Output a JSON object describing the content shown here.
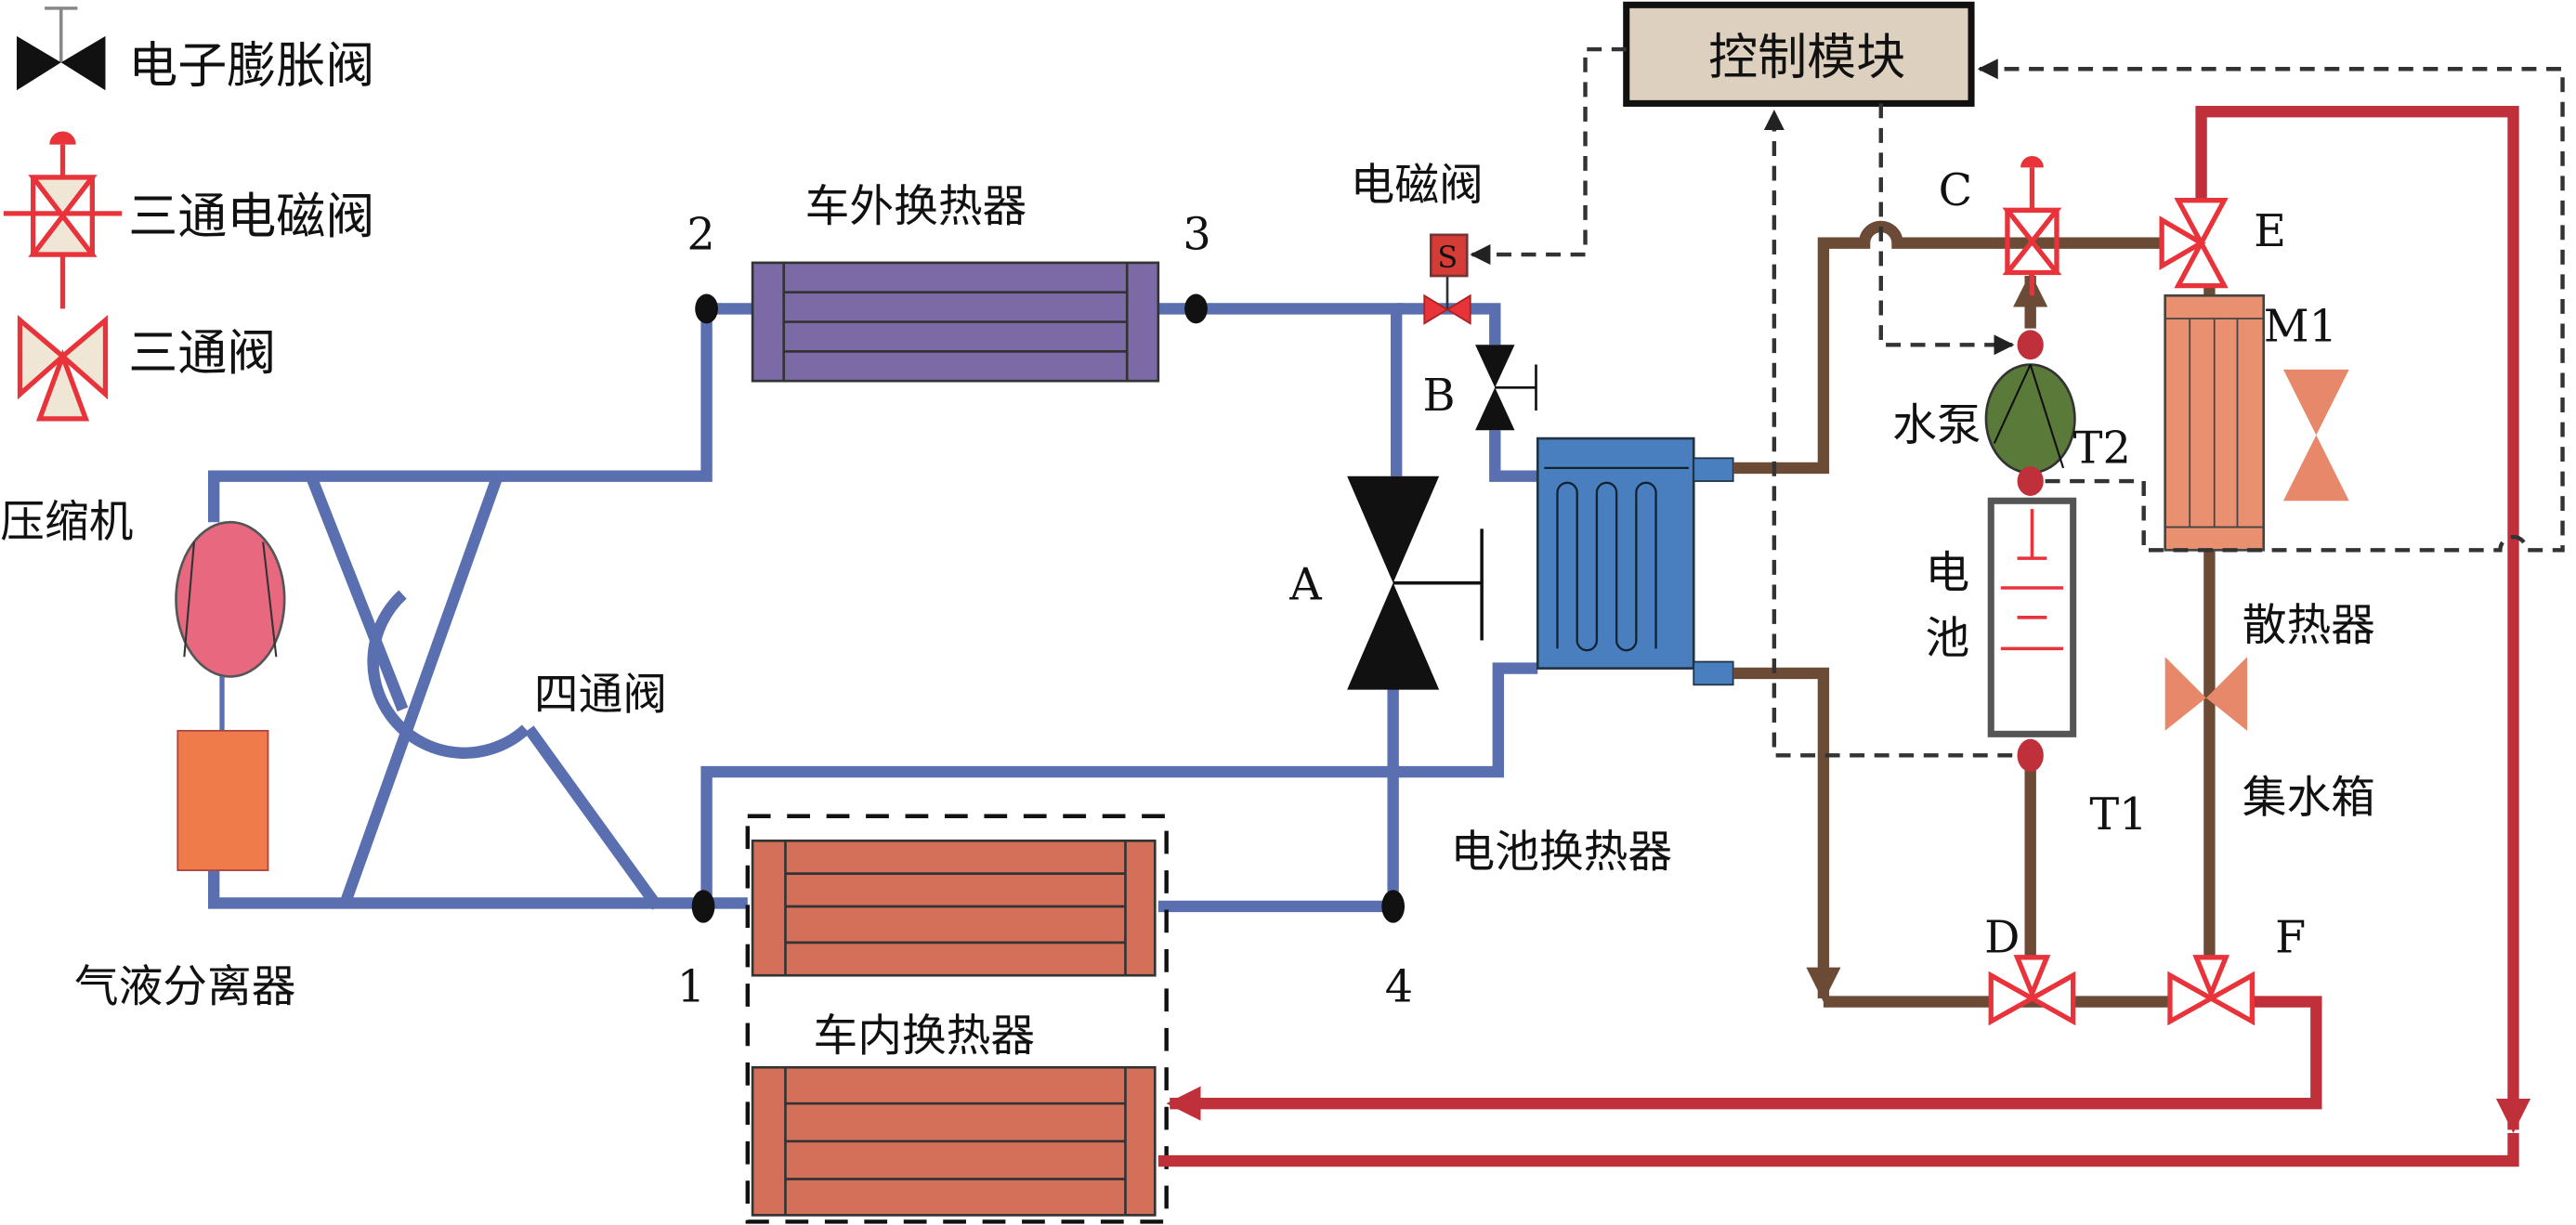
{
  "legend": [
    {
      "icon": "electronic-expansion-valve-icon",
      "label": "电子膨胀阀"
    },
    {
      "icon": "three-way-solenoid-valve-icon",
      "label": "三通电磁阀"
    },
    {
      "icon": "three-way-valve-icon",
      "label": "三通阀"
    }
  ],
  "components": {
    "control_module": "控制模块",
    "compressor": "压缩机",
    "separator": "气液分离器",
    "four_way_valve": "四通阀",
    "outdoor_hx": "车外换热器",
    "indoor_hx": "车内换热器",
    "solenoid_valve": "电磁阀",
    "solenoid_mark": "S",
    "battery_hx": "电池换热器",
    "pump": "水泵",
    "battery_1": "电",
    "battery_2": "池",
    "radiator": "散热器",
    "tank": "集水箱"
  },
  "points": {
    "p1": "1",
    "p2": "2",
    "p3": "3",
    "p4": "4"
  },
  "valves": {
    "A": "A",
    "B": "B",
    "C": "C",
    "D": "D",
    "E": "E",
    "F": "F"
  },
  "sensors": {
    "M1": "M1",
    "T1": "T1",
    "T2": "T2"
  },
  "colors": {
    "refrigerant_pipe": "#5a6fb0",
    "coolant_pipe": "#6b4a36",
    "hot_pipe": "#c0303a",
    "outdoor_hx": "#7b6aa5",
    "indoor_hx": "#d4705a",
    "battery_hx": "#4a7fbf",
    "compressor": "#e8697f",
    "pump": "#5a7a3a",
    "radiator": "#e89070",
    "control_module": "#ddd0bf"
  }
}
